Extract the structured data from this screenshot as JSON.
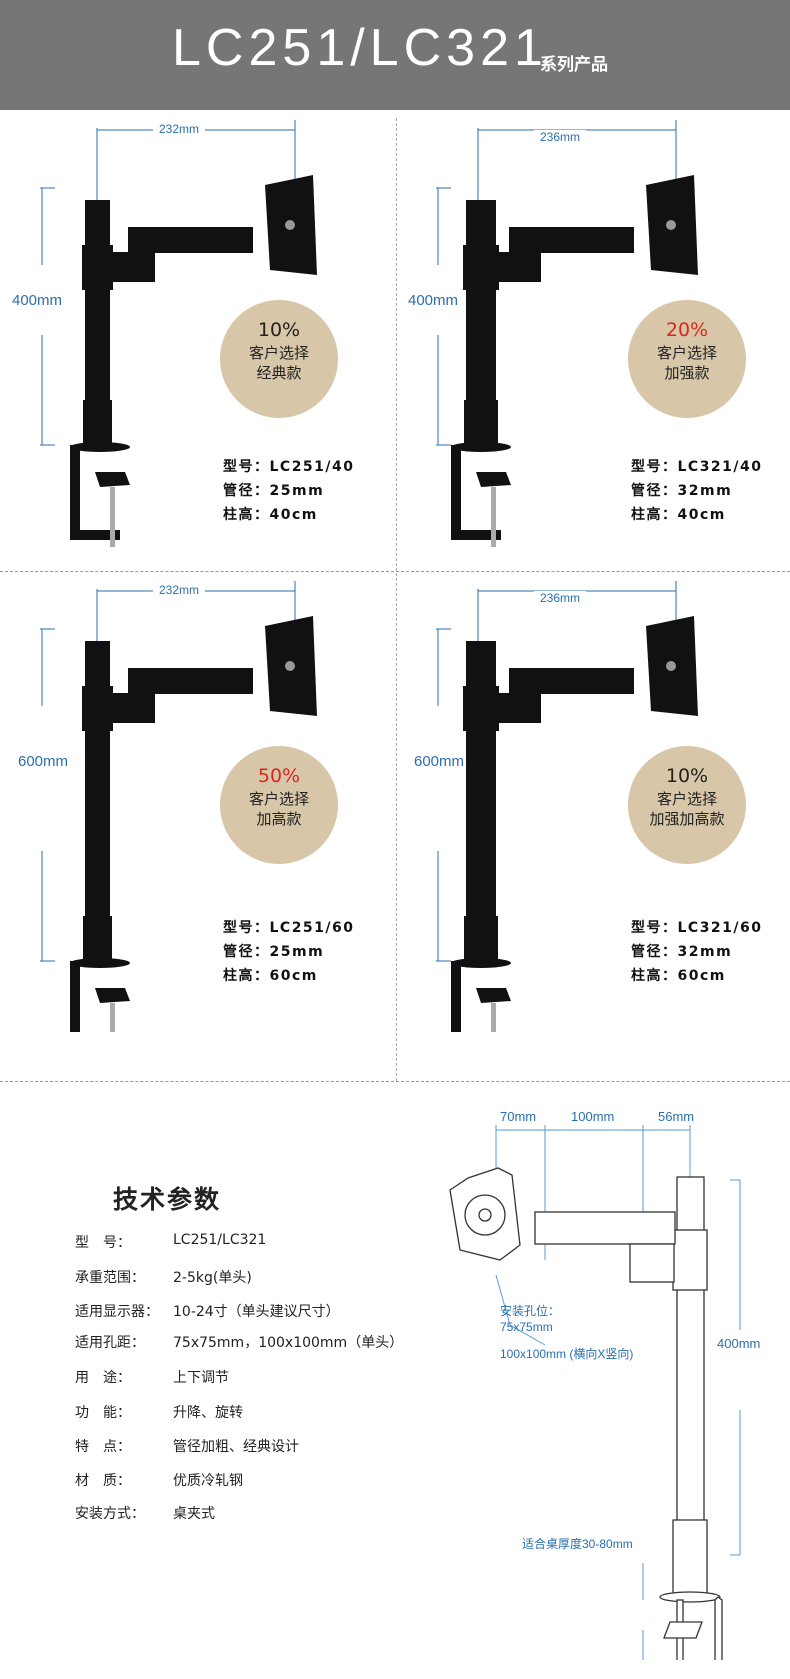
{
  "header": {
    "title": "LC251/LC321",
    "subtitle": "系列产品"
  },
  "products": [
    {
      "width_dim": "232mm",
      "height_dim": "400mm",
      "percent": "10%",
      "percent_highlight": false,
      "line1": "客户选择",
      "line2": "经典款",
      "model": "型号：LC251/40",
      "pipe": "管径：25mm",
      "column": "柱高：40cm"
    },
    {
      "width_dim": "236mm",
      "height_dim": "400mm",
      "percent": "20%",
      "percent_highlight": true,
      "line1": "客户选择",
      "line2": "加强款",
      "model": "型号：LC321/40",
      "pipe": "管径：32mm",
      "column": "柱高：40cm"
    },
    {
      "width_dim": "232mm",
      "height_dim": "600mm",
      "percent": "50%",
      "percent_highlight": true,
      "line1": "客户选择",
      "line2": "加高款",
      "model": "型号：LC251/60",
      "pipe": "管径：25mm",
      "column": "柱高：60cm"
    },
    {
      "width_dim": "236mm",
      "height_dim": "600mm",
      "percent": "10%",
      "percent_highlight": false,
      "line1": "客户选择",
      "line2": "加强加高款",
      "model": "型号：LC321/60",
      "pipe": "管径：32mm",
      "column": "柱高：60cm"
    }
  ],
  "specs": {
    "title": "技术参数",
    "rows": [
      {
        "key": "型　号：",
        "value": "LC251/LC321"
      },
      {
        "key": "承重范围：",
        "value": "2-5kg(单头)"
      },
      {
        "key": "适用显示器：",
        "value": "10-24寸（单头建议尺寸）"
      },
      {
        "key": "适用孔距：",
        "value": "75x75mm，100x100mm（单头）"
      },
      {
        "key": "用　途：",
        "value": "上下调节"
      },
      {
        "key": "功　能：",
        "value": "升降、旋转"
      },
      {
        "key": "特　点：",
        "value": "管径加粗、经典设计"
      },
      {
        "key": "材　质：",
        "value": "优质冷轧钢"
      },
      {
        "key": "安装方式：",
        "value": "桌夹式"
      }
    ]
  },
  "diagram": {
    "dim_70": "70mm",
    "dim_100": "100mm",
    "dim_56": "56mm",
    "dim_height": "400mm",
    "hole_label": "安装孔位：",
    "hole_1": "75x75mm",
    "hole_2": "100x100mm (横向X竖向)",
    "desk_label": "适合桌厚度30-80mm"
  },
  "colors": {
    "header_bg": "#767676",
    "dim_blue": "#2a6fb0",
    "circle_bg": "#d7c6a8",
    "highlight_red": "#e0261b"
  }
}
